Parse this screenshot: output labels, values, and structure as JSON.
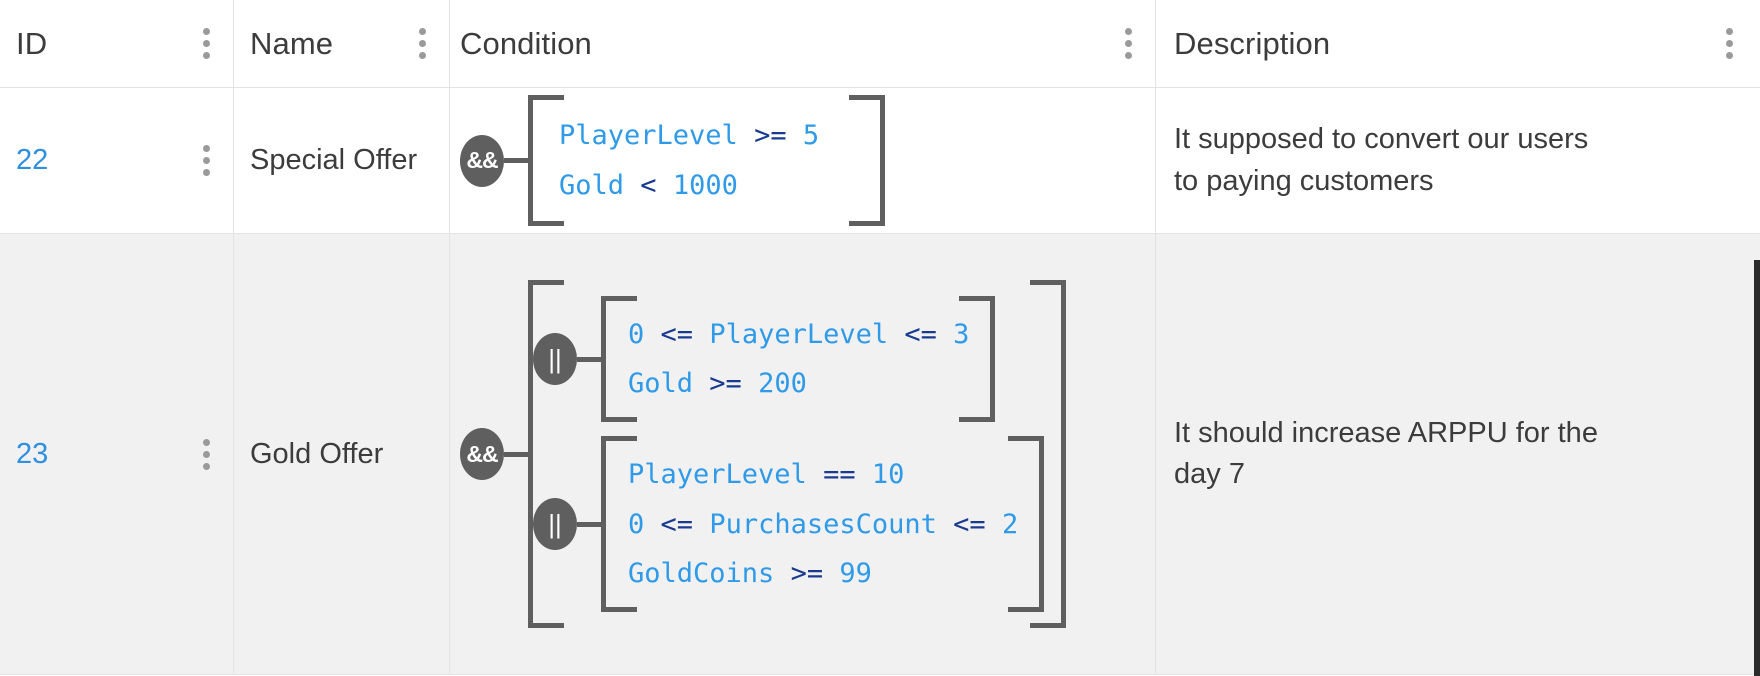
{
  "table": {
    "columns": [
      {
        "key": "id",
        "label": "ID",
        "menu_icon": "kebab-menu-icon"
      },
      {
        "key": "name",
        "label": "Name",
        "menu_icon": "kebab-menu-icon"
      },
      {
        "key": "condition",
        "label": "Condition",
        "menu_icon": "kebab-menu-icon"
      },
      {
        "key": "description",
        "label": "Description",
        "menu_icon": "kebab-menu-icon"
      }
    ],
    "rows": [
      {
        "id": "22",
        "name": "Special Offer",
        "description": "It supposed to convert our users to paying customers",
        "row_menu_icon": "kebab-menu-icon",
        "condition": {
          "operator": "&&",
          "children": [
            {
              "tokens": [
                {
                  "t": "PlayerLevel",
                  "k": "tok"
                },
                {
                  "t": ">=",
                  "k": "op"
                },
                {
                  "t": "5",
                  "k": "tok"
                }
              ]
            },
            {
              "tokens": [
                {
                  "t": "Gold",
                  "k": "tok"
                },
                {
                  "t": "<",
                  "k": "op"
                },
                {
                  "t": "1000",
                  "k": "tok"
                }
              ]
            }
          ]
        }
      },
      {
        "id": "23",
        "name": "Gold Offer",
        "description": "It should increase ARPPU for the day 7",
        "row_menu_icon": "kebab-menu-icon",
        "condition": {
          "operator": "&&",
          "groups": [
            {
              "operator": "||",
              "children": [
                {
                  "tokens": [
                    {
                      "t": "0",
                      "k": "tok"
                    },
                    {
                      "t": "<=",
                      "k": "op"
                    },
                    {
                      "t": "PlayerLevel",
                      "k": "tok"
                    },
                    {
                      "t": "<=",
                      "k": "op"
                    },
                    {
                      "t": "3",
                      "k": "tok"
                    }
                  ]
                },
                {
                  "tokens": [
                    {
                      "t": "Gold",
                      "k": "tok"
                    },
                    {
                      "t": ">=",
                      "k": "op"
                    },
                    {
                      "t": "200",
                      "k": "tok"
                    }
                  ]
                }
              ]
            },
            {
              "operator": "||",
              "children": [
                {
                  "tokens": [
                    {
                      "t": "PlayerLevel",
                      "k": "tok"
                    },
                    {
                      "t": "==",
                      "k": "op"
                    },
                    {
                      "t": "10",
                      "k": "tok"
                    }
                  ]
                },
                {
                  "tokens": [
                    {
                      "t": "0",
                      "k": "tok"
                    },
                    {
                      "t": "<=",
                      "k": "op"
                    },
                    {
                      "t": "PurchasesCount",
                      "k": "tok"
                    },
                    {
                      "t": "<=",
                      "k": "op"
                    },
                    {
                      "t": "2",
                      "k": "tok"
                    }
                  ]
                },
                {
                  "tokens": [
                    {
                      "t": "GoldCoins",
                      "k": "tok"
                    },
                    {
                      "t": ">=",
                      "k": "op"
                    },
                    {
                      "t": "99",
                      "k": "tok"
                    }
                  ]
                }
              ]
            }
          ]
        }
      }
    ]
  },
  "colors": {
    "identifier_blue": "#2f9ae8",
    "operator_navy": "#1a3a8f",
    "id_link_blue": "#2f8fe0",
    "bracket_grey": "#5f5f5f",
    "badge_grey": "#5f5f5f",
    "row_alt_bg": "#f1f1f1",
    "grid_line": "#e3e3e3",
    "text_dark": "#3c3c3c"
  }
}
